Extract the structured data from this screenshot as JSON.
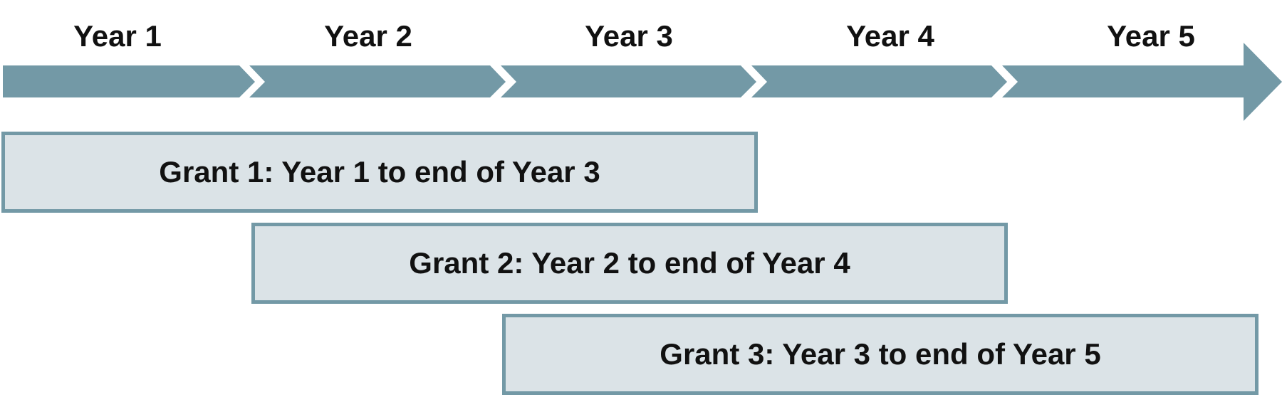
{
  "timeline": {
    "years": [
      "Year 1",
      "Year 2",
      "Year 3",
      "Year 4",
      "Year 5"
    ],
    "arrow_color": "#7399a6"
  },
  "grants": [
    {
      "label": "Grant 1: Year 1 to end of Year 3",
      "start_year": 1,
      "end_year": 3
    },
    {
      "label": "Grant 2: Year 2 to end of Year 4",
      "start_year": 2,
      "end_year": 4
    },
    {
      "label": "Grant 3: Year 3 to end of Year 5",
      "start_year": 3,
      "end_year": 5
    }
  ],
  "colors": {
    "bar_fill": "#dbe3e7",
    "bar_border": "#7399a6",
    "text": "#111111"
  }
}
